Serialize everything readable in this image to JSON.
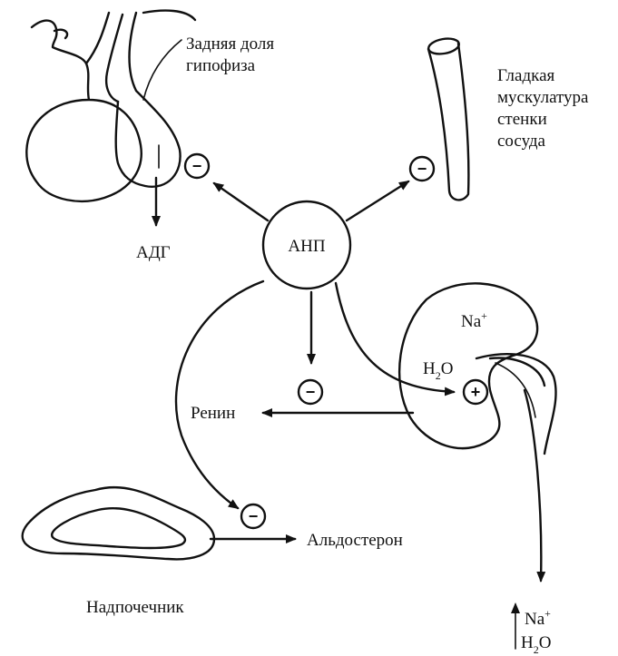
{
  "center": {
    "label": "АНП"
  },
  "pituitary": {
    "label_line1": "Задняя доля",
    "label_line2": "гипофиза"
  },
  "vessel": {
    "line1": "Гладкая",
    "line2": "мускулатура",
    "line3": "стенки",
    "line4": "сосуда"
  },
  "adh": {
    "label": "АДГ"
  },
  "renin": {
    "label": "Ренин"
  },
  "kidney": {
    "na_label": "Na",
    "na_superscript": "+",
    "h2o_label": "H",
    "h2o_sub": "2",
    "h2o_tail": "O"
  },
  "aldosterone": {
    "label": "Альдостерон"
  },
  "adrenal": {
    "label": "Надпочечник"
  },
  "output": {
    "na_label": "Na",
    "na_superscript": "+",
    "h2o_label": "H",
    "h2o_sub": "2",
    "h2o_tail": "O"
  },
  "signs": {
    "inhibit": "−",
    "stimulate": "+"
  }
}
